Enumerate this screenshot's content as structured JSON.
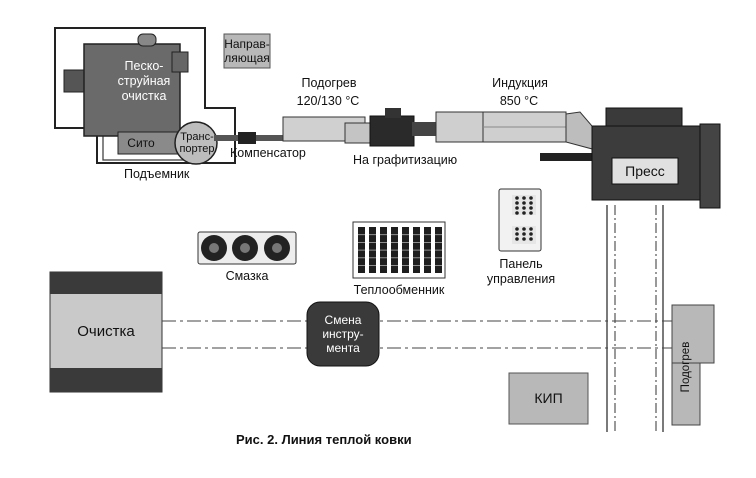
{
  "labels": {
    "sandblaster": "Песко-\nструйная\nочистка",
    "sieve": "Сито",
    "transporter": "Транс-\nпортер",
    "guide": "Направ-\nляющая",
    "lift": "Подъемник",
    "compensator": "Компенсатор",
    "preheat": "Подогрев",
    "preheat_temp": "120/130 °C",
    "graphitization": "На графитизацию",
    "induction": "Индукция",
    "induction_temp": "850 °C",
    "press": "Пресс",
    "lubrication": "Смазка",
    "heat_exchanger": "Теплообменник",
    "control_panel": "Панель\nуправления",
    "cleaning": "Очистка",
    "tool_change": "Смена\nинстру-\nмента",
    "bottom_preheat": "Подогрев",
    "kip": "КИП"
  },
  "caption": "Рис.  2.  Линия теплой ковки"
}
